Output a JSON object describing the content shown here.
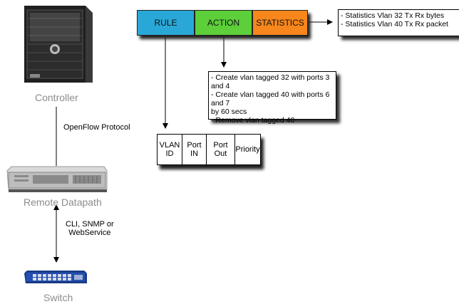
{
  "nodes": {
    "controller": {
      "label": "Controller"
    },
    "datapath": {
      "label": "Remote Datapath"
    },
    "switch": {
      "label": "Switch"
    }
  },
  "edges": {
    "controller_datapath": {
      "label": "OpenFlow Protocol"
    },
    "datapath_switch": {
      "label": "CLI, SNMP or\nWebService"
    }
  },
  "flow_table": {
    "rule": {
      "label": "RULE",
      "color": "#29a8d8"
    },
    "action": {
      "label": "ACTION",
      "color": "#5ccf3a"
    },
    "statistics": {
      "label": "STATISTICS",
      "color": "#f7861c"
    }
  },
  "statistics_note": "- Statistics Vlan 32 Tx Rx bytes\n- Statistics Vlan 40 Tx Rx packet",
  "action_note": "- Create vlan tagged 32 with ports 3 and 4\n- Create vlan tagged 40 with ports 6 and 7\nby 60 secs\n- Remove vlan tagged 40",
  "rule_fields": [
    "VLAN\nID",
    "Port IN",
    "Port Out",
    "Priority"
  ],
  "colors": {
    "grey_label": "#8c8c8c",
    "line": "#000000"
  }
}
